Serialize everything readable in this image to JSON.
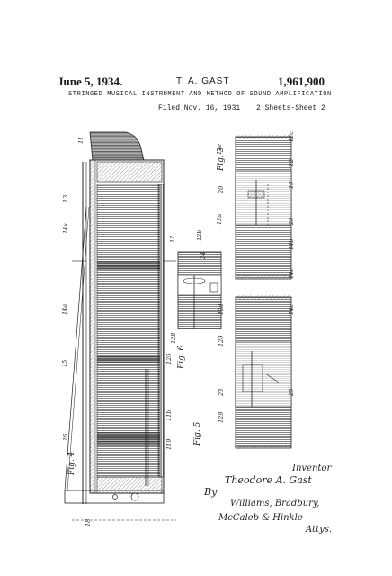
{
  "header": {
    "date": "June 5, 1934.",
    "inventor": "T. A. GAST",
    "patent_number": "1,961,900",
    "title": "STRINGED MUSICAL INSTRUMENT AND METHOD OF SOUND AMPLIFICATION",
    "filed": "Filed Nov. 16, 1931",
    "sheet": "2 Sheets-Sheet 2"
  },
  "figures": {
    "fig4": "Fig. 4",
    "fig5": "Fig. 5",
    "fig6": "Fig. 6",
    "fig3": "Fig. 3"
  },
  "signature": {
    "inventor_label": "Inventor",
    "inventor_name": "Theodore A. Gast",
    "by": "By",
    "attorneys": "Williams, Bradbury,",
    "attorneys2": "McCaleb & Hinkle",
    "attys": "Attys."
  },
  "reference_numerals": [
    "11",
    "13",
    "14x",
    "14a",
    "15",
    "16",
    "17",
    "18",
    "19",
    "20",
    "22",
    "23",
    "24",
    "25",
    "26",
    "11b",
    "12b",
    "12c",
    "12d",
    "12e",
    "14b",
    "14c",
    "14e",
    "119",
    "120",
    "126",
    "128",
    "129",
    "12a"
  ]
}
